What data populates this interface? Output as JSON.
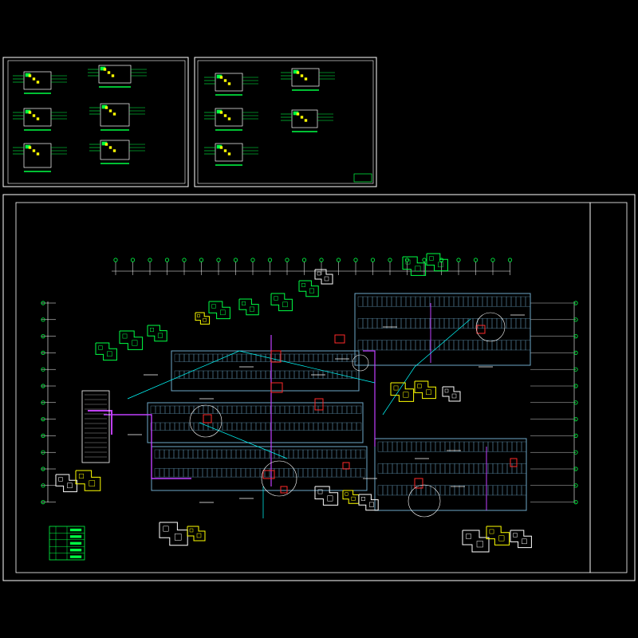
{
  "drawing": {
    "background": "#000000",
    "colors": {
      "frame": "#ffffff",
      "grid": "#33ff33",
      "wall": "#6ea8c8",
      "corridor": "#c040ff",
      "room_line": "#8fa0b8",
      "equipment": "#ff2a2a",
      "text": "#ffffff",
      "accent_yellow": "#ffff00",
      "accent_cyan": "#00ffff",
      "accent_green": "#00ff44"
    },
    "sheets": [
      {
        "id": "schematic-sheet-1"
      },
      {
        "id": "schematic-sheet-2"
      },
      {
        "id": "plan-sheet"
      }
    ],
    "legend_rows": 5
  }
}
